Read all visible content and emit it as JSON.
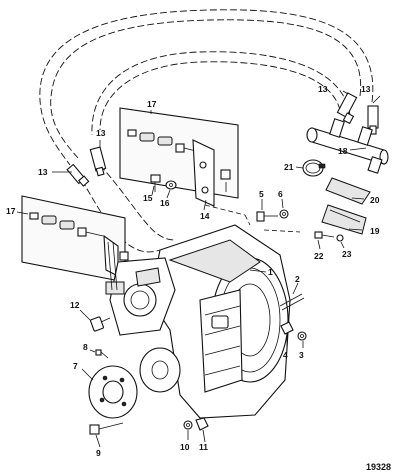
{
  "figure_number": "19328",
  "callouts": {
    "c1": "1",
    "c2": "2",
    "c3": "3",
    "c4": "4",
    "c5": "5",
    "c6": "6",
    "c7": "7",
    "c8": "8",
    "c9": "9",
    "c10": "10",
    "c11": "11",
    "c12": "12",
    "c13a": "13",
    "c13b": "13",
    "c13c": "13",
    "c14": "14",
    "c15": "15",
    "c16": "16",
    "c17a": "17",
    "c17b": "17",
    "c18": "18",
    "c19": "19",
    "c20": "20",
    "c21": "21",
    "c22": "22",
    "c23": "23"
  }
}
